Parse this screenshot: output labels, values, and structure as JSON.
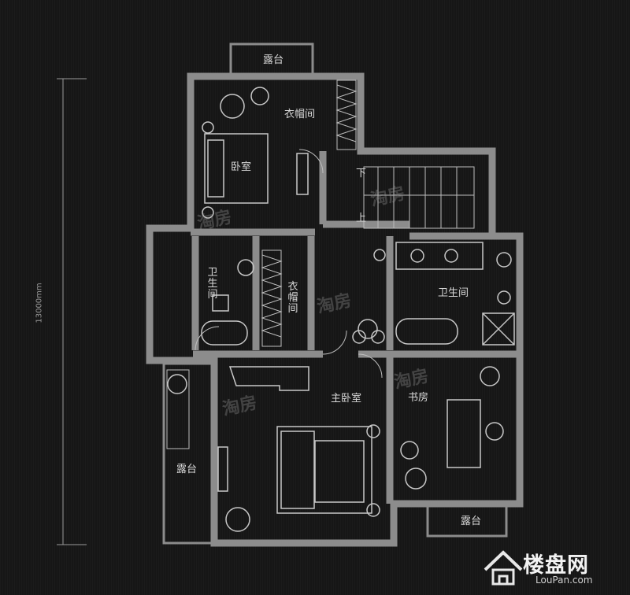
{
  "rooms": {
    "balcony_top": "露台",
    "cloakroom_top": "衣帽间",
    "bedroom": "卧室",
    "stair_down": "下",
    "stair_up": "上",
    "bathroom_left": "卫生间",
    "cloakroom_mid": "衣帽间",
    "bathroom_right": "卫生间",
    "master_bedroom": "主卧室",
    "study": "书房",
    "balcony_left": "露台",
    "balcony_bottom": "露台"
  },
  "dimension": "13000mm",
  "watermark": "淘房",
  "logo": {
    "name": "楼盘网",
    "url": "LouPan.com"
  },
  "colors": {
    "wall": "#8c8c8c",
    "line": "#bdbdbd",
    "background": "#161616"
  }
}
